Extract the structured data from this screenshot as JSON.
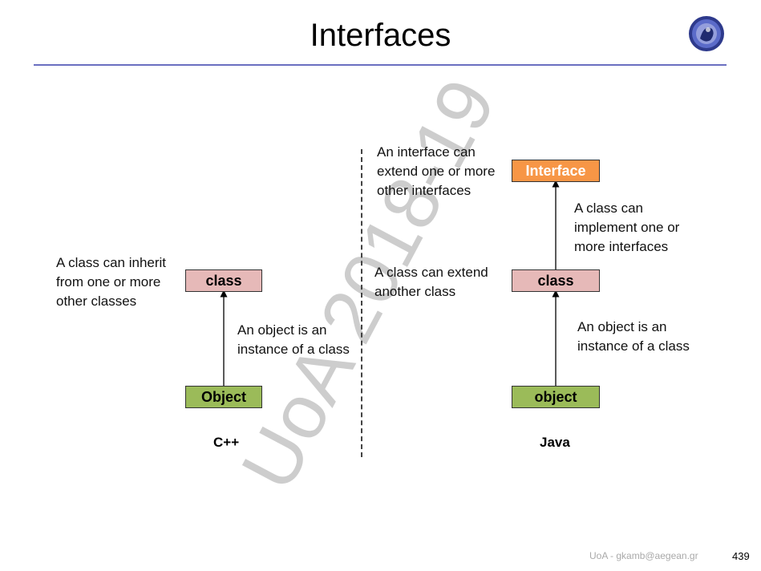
{
  "slide": {
    "title": "Interfaces",
    "watermark": "UoA 2018-19",
    "footer": "UoA - gkamb@aegean.gr",
    "page_number": "439"
  },
  "cpp": {
    "class_box": "class",
    "object_box": "Object",
    "note_inherit": "A class can inherit\nfrom one or more\nother classes",
    "note_instance": "An object is an\ninstance of a class",
    "caption": "C++"
  },
  "java": {
    "interface_box": "Interface",
    "class_box": "class",
    "object_box": "object",
    "note_interface_extend": "An interface can\nextend one or more\nother interfaces",
    "note_implement": "A class can\nimplement one or\nmore interfaces",
    "note_class_extend": "A class can extend\nanother class",
    "note_instance": "An object is an\ninstance of a class",
    "caption": "Java"
  },
  "colors": {
    "class_fill": "#e6b9b8",
    "object_fill": "#9bbb59",
    "interface_fill": "#f79646",
    "title_rule": "#6a6fc0"
  }
}
